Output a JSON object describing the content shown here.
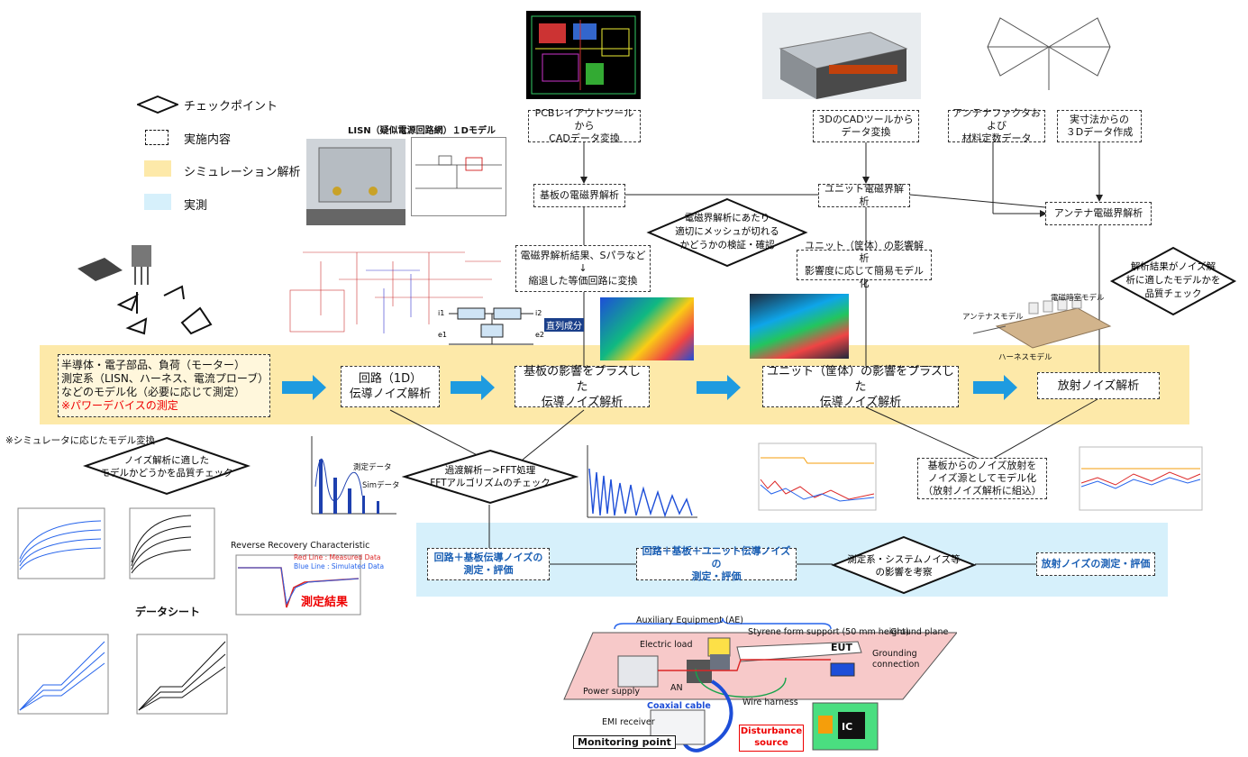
{
  "legend": {
    "checkpoint": "チェックポイント",
    "implementation": "実施内容",
    "simulation": "シミュレーション解析",
    "measurement": "実測"
  },
  "colors": {
    "sim_band": "#fde9a9",
    "meas_band": "#d6f0fb",
    "arrow": "#1e9be0",
    "meas_text": "#1a5fb4"
  },
  "top": {
    "pcb_to_cad": [
      "PCBレイアウトツールから",
      "CADデータ変換"
    ],
    "cad3d_convert": [
      "3DのCADツールから",
      "データ変換"
    ],
    "antenna_factor": [
      "アンテナファクタおよび",
      "材料定数データ"
    ],
    "real_3d": [
      "実寸法からの",
      "３Dデータ作成"
    ],
    "board_em": "基板の電磁界解析",
    "unit_em": "ユニット電磁界解析",
    "antenna_em": "アンテナ電磁界解析",
    "em_result": [
      "電磁界解析結果、Sパラなど",
      "↓",
      "縮退した等価回路に変換"
    ],
    "unit_model": [
      "ユニット（筐体）の影響解析",
      "影響度に応じて簡易モデル化"
    ]
  },
  "checkpoints": {
    "mesh_check": [
      "電磁界解析にあたり",
      "適切にメッシュが切れる",
      "かどうかの検証・確認"
    ],
    "model_quality": [
      "ノイズ解析に適した",
      "モデルかどうかを品質チェック"
    ],
    "fft_check": [
      "過渡解析－>FFT処理",
      "FFTアルゴリズムのチェック"
    ],
    "noise_model_check": [
      "解析結果がノイズ解",
      "析に適したモデルかを",
      "品質チェック"
    ],
    "system_noise": [
      "測定系・システムノイズ等",
      "の影響を考察"
    ]
  },
  "sim_flow": {
    "modeling": [
      "半導体・電子部品、負荷（モーター）",
      "測定系（LISN、ハーネス、電流プローブ）",
      "などのモデル化（必要に応じて測定）"
    ],
    "modeling_red": "※パワーデバイスの測定",
    "circuit": [
      "回路（1D）",
      "伝導ノイズ解析"
    ],
    "board": [
      "基板の影響をプラスした",
      "伝導ノイズ解析"
    ],
    "unit": [
      "ユニット（筐体）の影響をプラスした",
      "伝導ノイズ解析"
    ],
    "radiation": "放射ノイズ解析"
  },
  "note_model": "※シミュレータに応じたモデル変換",
  "radiation_model": [
    "基板からのノイズ放射を",
    "ノイズ源としてモデル化",
    "（放射ノイズ解析に組込）"
  ],
  "measurement": {
    "circuit_board": [
      "回路＋基板伝導ノイズの",
      "測定・評価"
    ],
    "circuit_board_unit": [
      "回路＋基板＋ユニット伝導ノイズの",
      "測定・評価"
    ],
    "radiation": "放射ノイズの測定・評価"
  },
  "captions": {
    "lisn_title": "LISN（疑似電源回路網）１Dモデル",
    "datasheet": "データシート",
    "measured_result": "測定結果",
    "measured_data": "測定データ",
    "sim_data": "Simデータ",
    "series_component": "直列成分",
    "rr_title": "Reverse Recovery Characteristic",
    "rr_red": "Red Line : Measured Data",
    "rr_blue": "Blue Line : Simulated Data",
    "antenna_model": "アンテナスモデル",
    "em_model": "電磁暗室モデル",
    "harness_model": "ハーネスモデル"
  },
  "setup": {
    "aux": "Auxiliary Equipment (AE)",
    "styrene": "Styrene form support (50 mm height)",
    "ground_plane": "Ground plane",
    "electric_load": "Electric load",
    "eut": "EUT",
    "grounding": "Grounding",
    "connection": "connection",
    "power_supply": "Power supply",
    "an": "AN",
    "wire_harness": "Wire harness",
    "coaxial": "Coaxial cable",
    "emi_receiver": "EMI receiver",
    "monitoring": "Monitoring point",
    "disturbance": "Disturbance",
    "source": "source",
    "ic": "IC"
  }
}
